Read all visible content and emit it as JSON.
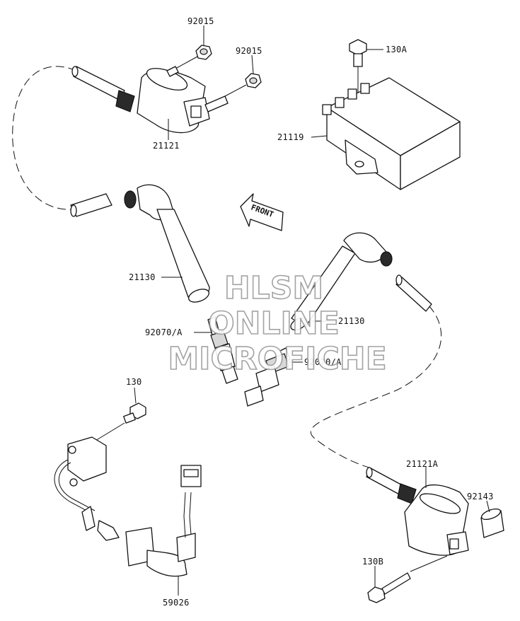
{
  "labels": {
    "p92015_a": "92015",
    "p92015_b": "92015",
    "p130A": "130A",
    "p21121": "21121",
    "p21119": "21119",
    "p21130_left": "21130",
    "p21130_right": "21130",
    "p92070A_left": "92070/A",
    "p92070A_right": "92070/A",
    "p130": "130",
    "p21121A": "21121A",
    "p92143": "92143",
    "p130B": "130B",
    "p59026": "59026"
  },
  "direction_arrow": "FRONT",
  "watermark": {
    "line1": "HLSM",
    "line2": "ONLINE",
    "line3": "MICROFICHE"
  },
  "colors": {
    "line": "#111111",
    "background": "#ffffff",
    "watermark_outline": "#9a9a9a"
  }
}
